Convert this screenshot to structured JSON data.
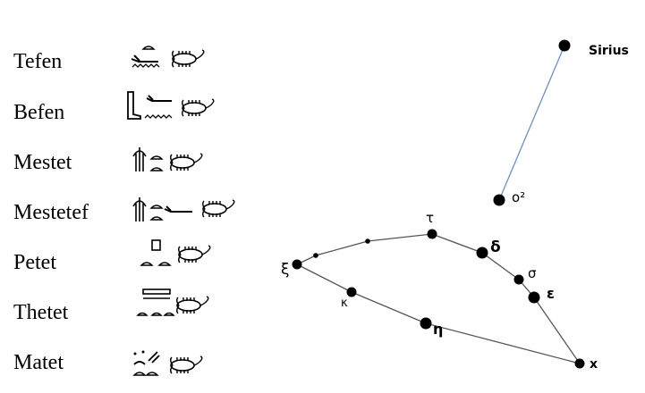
{
  "deities": [
    {
      "name": "Tefen"
    },
    {
      "name": "Befen"
    },
    {
      "name": "Mestet"
    },
    {
      "name": "Mestetef"
    },
    {
      "name": "Petet"
    },
    {
      "name": "Thetet"
    },
    {
      "name": "Matet"
    }
  ],
  "stars": {
    "sirius": "Sirius",
    "omicron2": "ο²",
    "tau": "τ",
    "delta": "δ",
    "sigma": "σ",
    "epsilon": "ε",
    "xi": "ξ",
    "kappa": "κ",
    "eta": "η",
    "chi": "x"
  },
  "colors": {
    "line": "#555555",
    "sirius_line": "#6f8fbf",
    "star": "#000000"
  },
  "icons": {
    "glyph": "hieroglyph-icon",
    "scorpion": "scorpion-icon"
  }
}
